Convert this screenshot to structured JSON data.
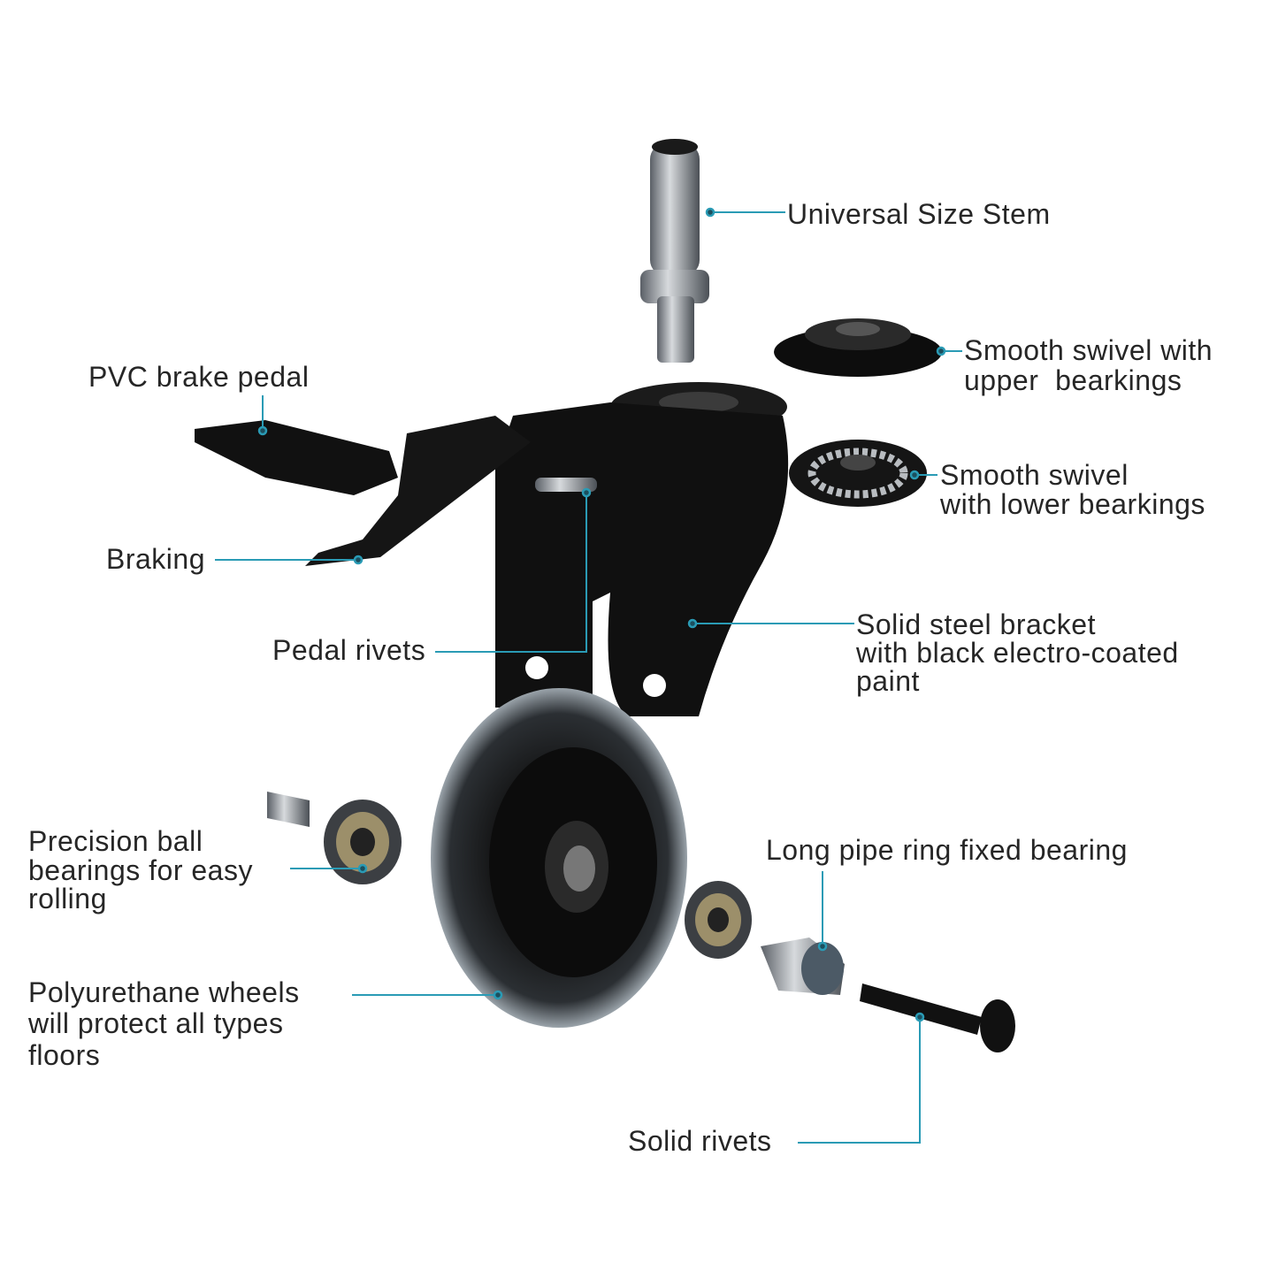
{
  "colors": {
    "leader": "#2a9bb5",
    "text": "#262626",
    "part": "#111111",
    "metal": "#9aa0a6"
  },
  "labels": {
    "stem": "Universal Size Stem",
    "upper_swivel": [
      "Smooth swivel with",
      "upper  bearkings"
    ],
    "brake_pedal": "PVC brake pedal",
    "lower_swivel": [
      "Smooth swivel",
      "with lower bearkings"
    ],
    "braking": "Braking",
    "bracket": [
      "Solid steel bracket",
      "with black electro-coated",
      "paint"
    ],
    "pedal_rivets": "Pedal rivets",
    "ball_bearings": [
      "Precision ball",
      "bearings for easy",
      "rolling"
    ],
    "pipe_ring": "Long pipe ring fixed bearing",
    "wheels": [
      "Polyurethane wheels",
      "will protect all types",
      "floors"
    ],
    "solid_rivets": "Solid rivets"
  }
}
